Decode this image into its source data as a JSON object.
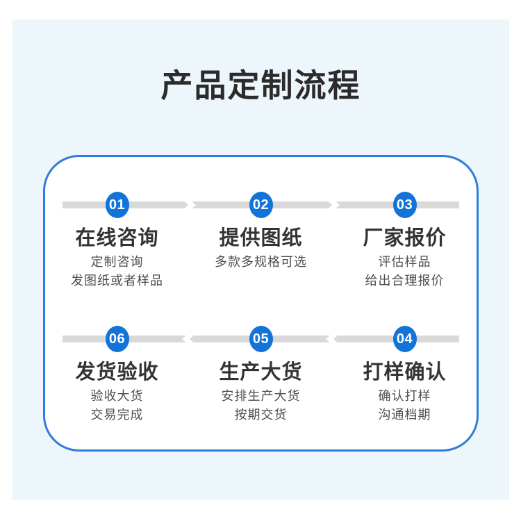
{
  "page": {
    "title": "产品定制流程"
  },
  "colors": {
    "accent_blue": "#1273d8",
    "border_blue": "#2e7cdb",
    "panel_bg": "#edf6fb",
    "track_gray": "#d9d9d9",
    "title_color": "#2b2b2b",
    "step_title_color": "#333333",
    "desc_color": "#4e4e4e"
  },
  "flow": {
    "rows": [
      {
        "direction": "right",
        "steps": [
          {
            "num": "01",
            "title": "在线咨询",
            "desc": [
              "定制咨询",
              "发图纸或者样品"
            ]
          },
          {
            "num": "02",
            "title": "提供图纸",
            "desc": [
              "多款多规格可选"
            ]
          },
          {
            "num": "03",
            "title": "厂家报价",
            "desc": [
              "评估样品",
              "给出合理报价"
            ]
          }
        ]
      },
      {
        "direction": "left",
        "steps": [
          {
            "num": "06",
            "title": "发货验收",
            "desc": [
              "验收大货",
              "交易完成"
            ]
          },
          {
            "num": "05",
            "title": "生产大货",
            "desc": [
              "安排生产大货",
              "按期交货"
            ]
          },
          {
            "num": "04",
            "title": "打样确认",
            "desc": [
              "确认打样",
              "沟通档期"
            ]
          }
        ]
      }
    ]
  }
}
